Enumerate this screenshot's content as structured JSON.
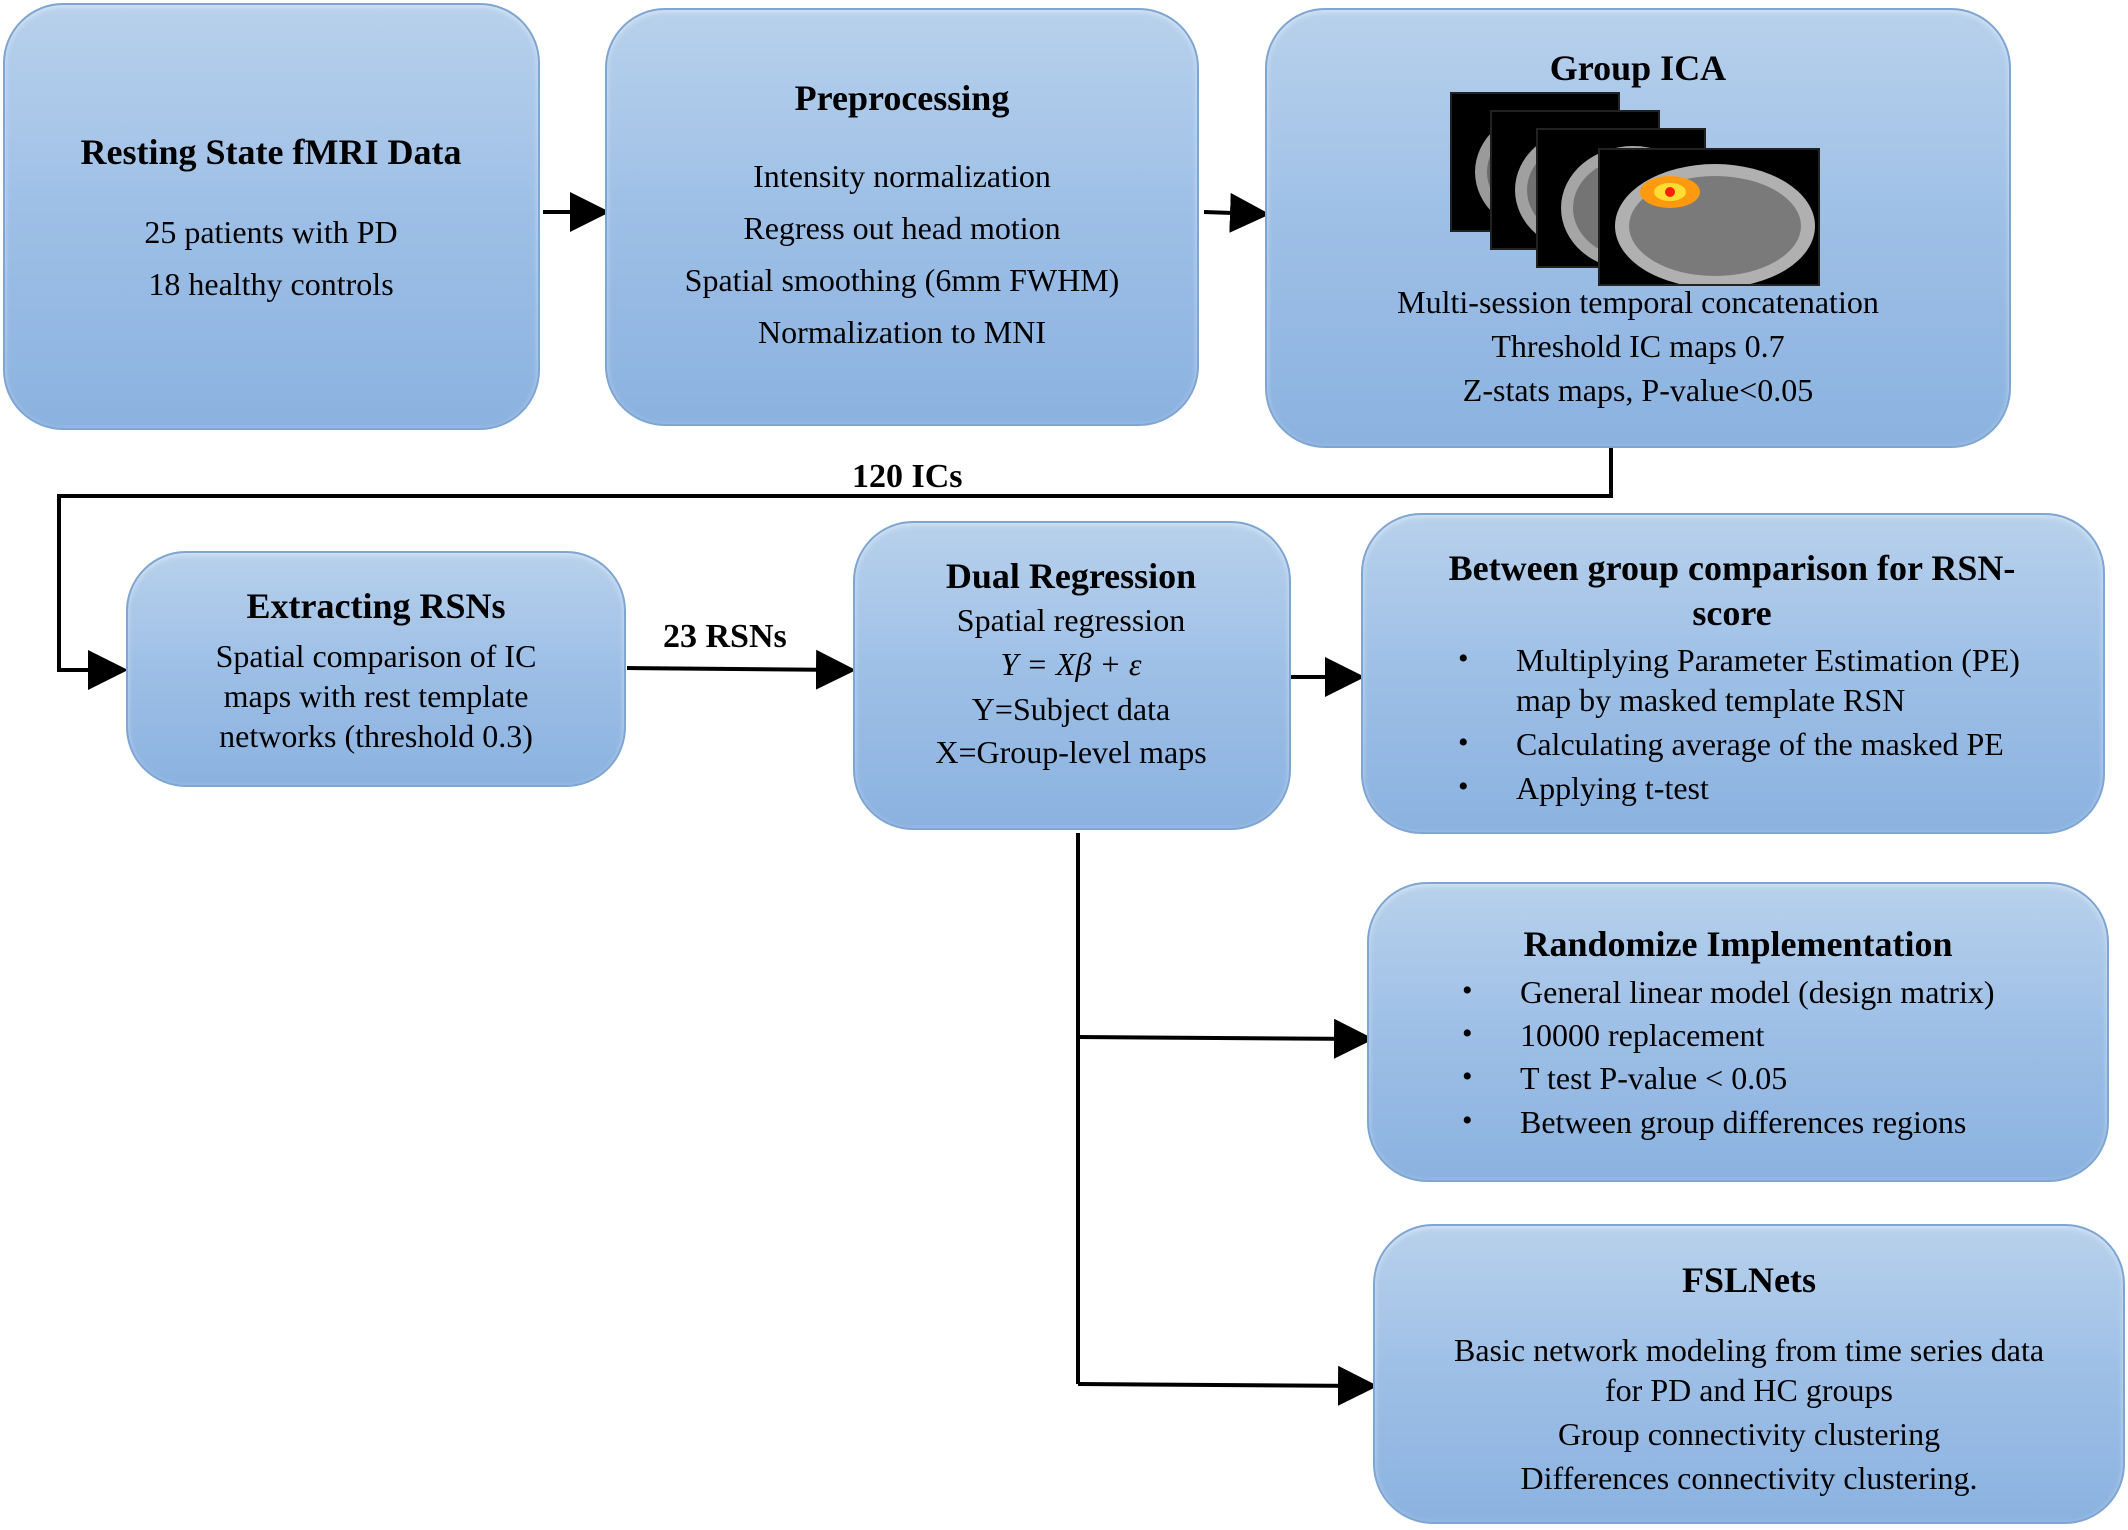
{
  "nodes": {
    "resting": {
      "title": "Resting State fMRI Data",
      "lines": [
        "25 patients with PD",
        "18 healthy controls"
      ]
    },
    "preprocessing": {
      "title": "Preprocessing",
      "lines": [
        "Intensity normalization",
        "Regress out head motion",
        "Spatial smoothing (6mm FWHM)",
        "Normalization to MNI"
      ]
    },
    "group_ica": {
      "title": "Group ICA",
      "lines": [
        "Multi-session temporal concatenation",
        "Threshold IC maps 0.7",
        "Z-stats maps, P-value<0.05"
      ]
    },
    "extracting": {
      "title": "Extracting RSNs",
      "lines": [
        "Spatial comparison of IC",
        "maps with rest template",
        "networks (threshold 0.3)"
      ]
    },
    "dual_regression": {
      "title": "Dual Regression",
      "lines": [
        "Spatial regression",
        "Y = Xβ + ε",
        "Y=Subject data",
        "X=Group-level maps"
      ]
    },
    "between_group": {
      "title_line1": "Between group comparison for RSN-",
      "title_line2": "score",
      "bullets": [
        "Multiplying Parameter Estimation (PE)",
        "map by masked template RSN",
        "Calculating average of the masked PE",
        "Applying t-test"
      ]
    },
    "randomize": {
      "title": "Randomize Implementation",
      "bullets": [
        "General linear model (design matrix)",
        "10000 replacement",
        "T test P-value < 0.05",
        "Between group differences regions"
      ]
    },
    "fslnets": {
      "title": "FSLNets",
      "lines": [
        "Basic network modeling from time series data",
        "for PD and HC groups",
        "Group connectivity clustering",
        "Differences connectivity clustering."
      ]
    }
  },
  "edge_labels": {
    "ics": "120 ICs",
    "rsns": "23 RSNs"
  },
  "bullet_glyph": "•",
  "colors": {
    "box_fill": "#a3c3e8",
    "box_border": "#7fa6d3",
    "arrow": "#000000"
  }
}
